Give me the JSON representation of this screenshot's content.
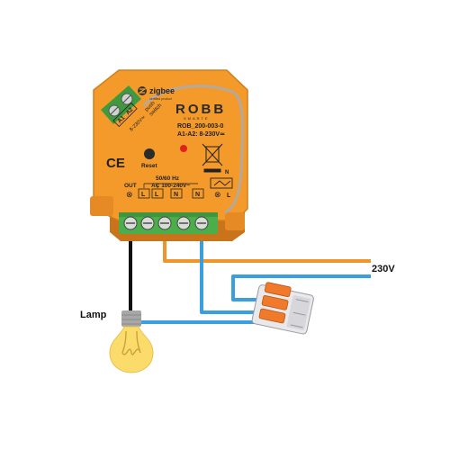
{
  "device": {
    "brand": "zigbee",
    "brand_sub": "certified product",
    "logo": "ROBB",
    "logo_sub": "SMARTE",
    "model": "ROB_200-003-0",
    "a1a2_rating": "A1-A2: 8-230V≃",
    "side_voltage": "8-230V≃",
    "push_switch_1": "push",
    "push_switch_2": "switch",
    "a1_label": "A1",
    "a2_label": "A2",
    "ce_mark": "CE",
    "reset_label": "Reset",
    "freq": "50/60 Hz",
    "ac_range": "AC 100-240V~",
    "out_label": "OUT",
    "terminals": [
      "L",
      "L",
      "N",
      "N"
    ],
    "weee_n": "N",
    "right_terminal": "L",
    "colors": {
      "body": "#F39A2B",
      "body_dark": "#C9731A",
      "terminal_green": "#4BAE4B",
      "led_red": "#E22020"
    }
  },
  "wires": {
    "mains_label": "230V",
    "lamp_label": "Lamp",
    "colors": {
      "live": "#F0952A",
      "neutral": "#3A9FE0",
      "lamp_live": "#111111",
      "antenna": "#B5A99E"
    }
  },
  "connector": {
    "colors": {
      "body": "#E9E9EC",
      "levers": "#F07A2A"
    }
  },
  "lamp": {
    "colors": {
      "glass": "#FBDC6A",
      "base": "#A7A7A7"
    }
  }
}
